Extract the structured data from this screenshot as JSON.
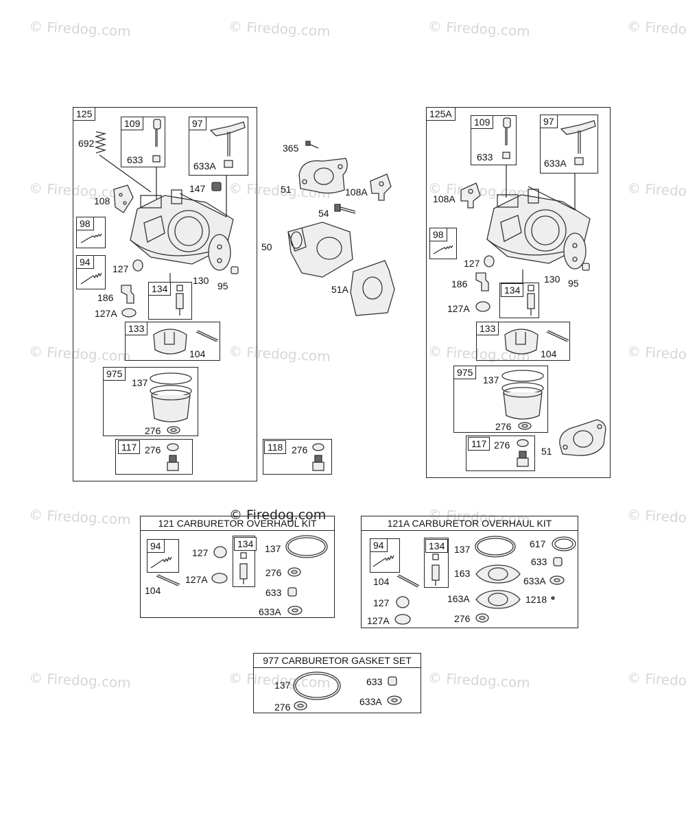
{
  "watermark": "© Firedog.com",
  "copyright_overlay": "© Firedog.com",
  "left_group": {
    "id": "125",
    "labels": {
      "p109": "109",
      "p633": "633",
      "p97": "97",
      "p633a": "633A",
      "p692": "692",
      "p147": "147",
      "p108": "108",
      "p98": "98",
      "p94": "94",
      "p127": "127",
      "p130": "130",
      "p95": "95",
      "p186": "186",
      "p127a": "127A",
      "p134": "134",
      "p133": "133",
      "p104": "104",
      "p975": "975",
      "p137": "137",
      "p276": "276",
      "p117": "117",
      "p276b": "276"
    }
  },
  "middle_group": {
    "labels": {
      "p365": "365",
      "p51": "51",
      "p108a": "108A",
      "p54": "54",
      "p50": "50",
      "p51a": "51A",
      "p118": "118",
      "p276": "276"
    }
  },
  "right_group": {
    "id": "125A",
    "labels": {
      "p109": "109",
      "p633": "633",
      "p97": "97",
      "p633a": "633A",
      "p108a": "108A",
      "p98": "98",
      "p127": "127",
      "p130": "130",
      "p95": "95",
      "p186": "186",
      "p127a": "127A",
      "p134": "134",
      "p133": "133",
      "p104": "104",
      "p975": "975",
      "p137": "137",
      "p276": "276",
      "p117": "117",
      "p276b": "276",
      "p51": "51"
    }
  },
  "kit_121": {
    "title": "121 CARBURETOR OVERHAUL KIT",
    "labels": {
      "p94": "94",
      "p127": "127",
      "p134": "134",
      "p137": "137",
      "p276": "276",
      "p104": "104",
      "p127a": "127A",
      "p633": "633",
      "p633a": "633A"
    }
  },
  "kit_121a": {
    "title": "121A CARBURETOR OVERHAUL KIT",
    "labels": {
      "p94": "94",
      "p134": "134",
      "p137": "137",
      "p617": "617",
      "p633": "633",
      "p163": "163",
      "p633a": "633A",
      "p104": "104",
      "p163a": "163A",
      "p1218": "1218",
      "p127": "127",
      "p127a": "127A",
      "p276": "276"
    }
  },
  "kit_977": {
    "title": "977 CARBURETOR GASKET SET",
    "labels": {
      "p137": "137",
      "p633": "633",
      "p276": "276",
      "p633a": "633A"
    }
  }
}
